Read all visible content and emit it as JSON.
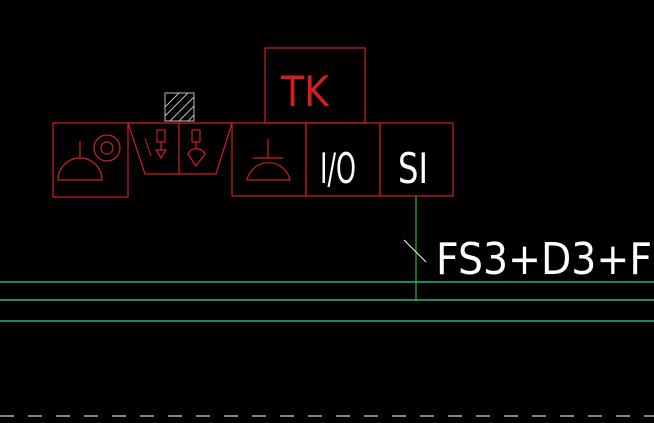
{
  "colors": {
    "background": "#000000",
    "symbol": "#d11f1f",
    "text": "#ffffff",
    "bus": "#2fd6a0",
    "tap": "#22c21f",
    "hatch_box": "#bdbdbd",
    "dashed": "#d6d6d6"
  },
  "labels": {
    "tk": "TK",
    "io": "I/O",
    "si": "SI",
    "circuit": "FS3+D3+F"
  },
  "icons": {
    "speaker_with_ring": "speaker-bell-icon",
    "dual_device": "dual-detector-icon",
    "speaker": "speaker-icon",
    "hatched": "hatched-box-icon"
  }
}
